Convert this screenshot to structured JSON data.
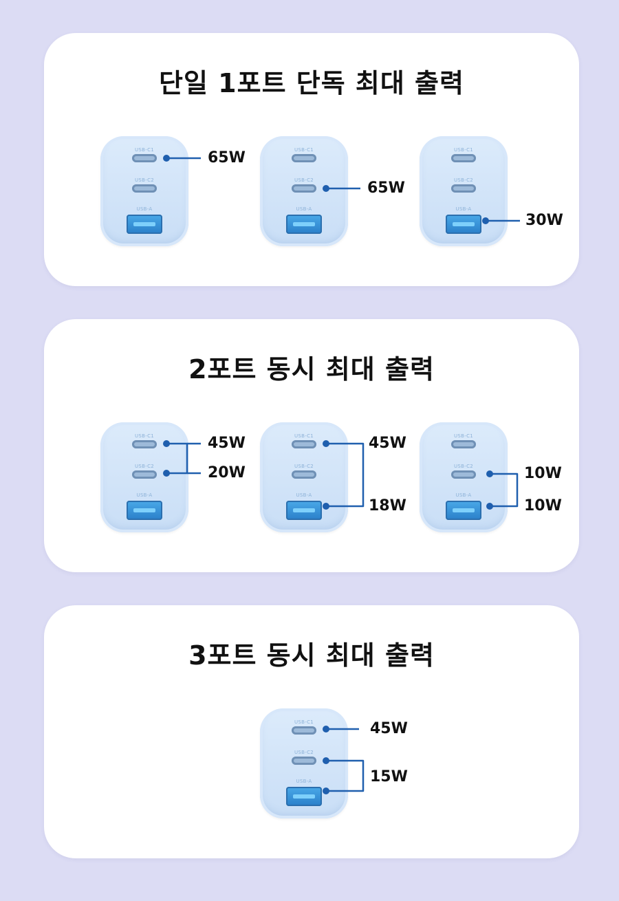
{
  "sections": [
    {
      "title": "단일 1포트 단독 최대 출력"
    },
    {
      "title": "2포트 동시 최대 출력"
    },
    {
      "title": "3포트 동시 최대 출력"
    }
  ],
  "port_labels": {
    "c1": "USB-C1",
    "c2": "USB-C2",
    "a": "USB-A"
  },
  "outputs": {
    "s1_c1": "65W",
    "s1_c2": "65W",
    "s1_a": "30W",
    "s2_a_c1": "45W",
    "s2_a_c2": "20W",
    "s2_b_c1": "45W",
    "s2_b_a": "18W",
    "s2_c_c2": "10W",
    "s2_c_a": "10W",
    "s3_c1": "45W",
    "s3_c2_a": "15W"
  },
  "colors": {
    "background": "#dcdcf4",
    "card": "#ffffff",
    "connector": "#1f5fae",
    "charger": "#cfe2f7",
    "usb_a": "#2f8cd6"
  }
}
